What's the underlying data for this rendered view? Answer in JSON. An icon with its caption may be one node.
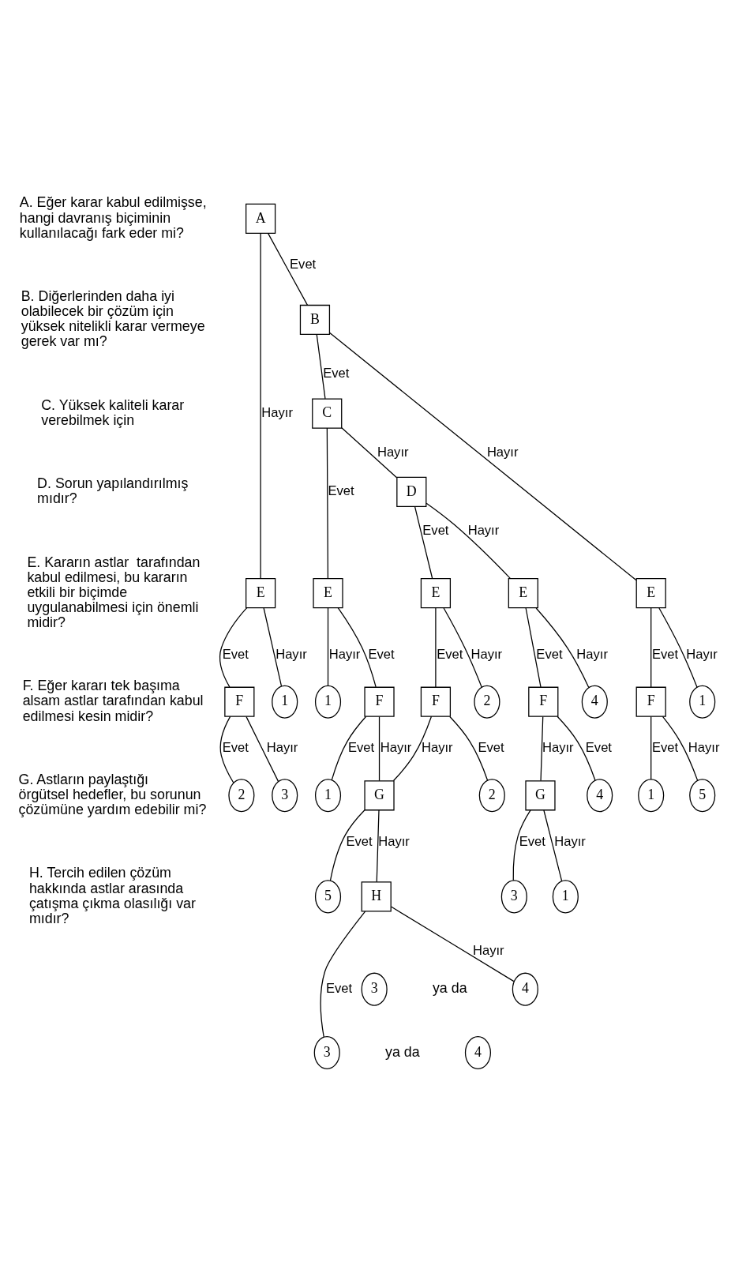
{
  "diagram": {
    "nodes": [
      {
        "text": [
          "A"
        ]
      },
      {
        "text": [
          "B"
        ]
      },
      {
        "text": [
          "C"
        ]
      },
      {
        "text": [
          "D"
        ]
      },
      {
        "text": [
          "E"
        ]
      },
      {
        "text": [
          "E"
        ]
      },
      {
        "text": [
          "E"
        ]
      },
      {
        "text": [
          "E"
        ]
      },
      {
        "text": [
          "E"
        ]
      },
      {
        "text": [
          "4"
        ]
      },
      {
        "text": [
          "2"
        ]
      },
      {
        "text": [
          "1"
        ]
      },
      {
        "text": [
          "1"
        ]
      },
      {
        "text": [
          "1"
        ]
      },
      {
        "text": [
          "F"
        ]
      },
      {
        "text": [
          "F"
        ]
      },
      {
        "text": [
          "F"
        ]
      },
      {
        "text": [
          "F"
        ]
      },
      {
        "text": [
          "F"
        ]
      },
      {
        "text": [
          "4"
        ]
      },
      {
        "text": [
          "2"
        ]
      },
      {
        "text": [
          "1"
        ]
      },
      {
        "text": [
          "5"
        ]
      },
      {
        "text": [
          "1"
        ]
      },
      {
        "text": [
          "3"
        ]
      },
      {
        "text": [
          "2"
        ]
      },
      {
        "text": [
          "G"
        ]
      },
      {
        "text": [
          "G"
        ]
      },
      {
        "text": [
          "1"
        ]
      },
      {
        "text": [
          "3"
        ]
      },
      {
        "text": [
          "5"
        ]
      },
      {
        "text": [
          "H"
        ]
      },
      {
        "text": [
          "3"
        ]
      },
      {
        "text": [
          "4"
        ]
      },
      {
        "text": [
          "3"
        ]
      },
      {
        "text": [
          "4"
        ]
      }
    ],
    "edges": [
      {
        "from": 0,
        "to": 1,
        "arrow": "none",
        "label": "Evet"
      },
      {
        "from": 0,
        "to": 8,
        "arrow": "none",
        "label": "Hayır"
      },
      {
        "from": 1,
        "to": 2,
        "arrow": "none",
        "label": "Evet"
      },
      {
        "from": 1,
        "to": 7,
        "arrow": "none",
        "label": "Hayır"
      },
      {
        "from": 2,
        "to": 3,
        "arrow": "none",
        "label": "Hayır"
      },
      {
        "from": 2,
        "to": 6,
        "arrow": "none",
        "label": "Evet"
      },
      {
        "from": 3,
        "to": 4,
        "arrow": "none",
        "label": "Hayır"
      },
      {
        "from": 3,
        "to": 5,
        "arrow": "none",
        "label": "Evet"
      },
      {
        "from": 4,
        "to": 9,
        "arrow": "none",
        "label": "Hayır"
      },
      {
        "from": 4,
        "to": 14,
        "arrow": "none",
        "label": "Evet"
      },
      {
        "from": 5,
        "to": 10,
        "arrow": "none",
        "label": "Hayır"
      },
      {
        "from": 5,
        "to": 15,
        "arrow": "none",
        "label": "Evet"
      },
      {
        "from": 6,
        "to": 16,
        "arrow": "none",
        "label": "Evet"
      },
      {
        "from": 6,
        "to": 11,
        "arrow": "none",
        "label": "Hayır"
      },
      {
        "from": 7,
        "to": 12,
        "arrow": "none",
        "label": "Hayır"
      },
      {
        "from": 7,
        "to": 17,
        "arrow": "none",
        "label": "Evet"
      },
      {
        "from": 8,
        "to": 13,
        "arrow": "none",
        "label": "Hayır"
      },
      {
        "from": 8,
        "to": 18,
        "arrow": "none",
        "label": "Evet"
      },
      {
        "from": 14,
        "to": 26,
        "arrow": "none",
        "label": "Hayır"
      },
      {
        "from": 14,
        "to": 19,
        "arrow": "none",
        "label": "Evet"
      },
      {
        "from": 15,
        "to": 20,
        "arrow": "none",
        "label": "Evet"
      },
      {
        "from": 15,
        "to": 27,
        "arrow": "none",
        "label": "Hayır"
      },
      {
        "from": 16,
        "to": 27,
        "arrow": "none",
        "label": "Hayır"
      },
      {
        "from": 16,
        "to": 21,
        "arrow": "none",
        "label": "Evet"
      },
      {
        "from": 17,
        "to": 22,
        "arrow": "none",
        "label": "Hayır"
      },
      {
        "from": 17,
        "to": 23,
        "arrow": "none",
        "label": "Evet"
      },
      {
        "from": 18,
        "to": 24,
        "arrow": "none",
        "label": "Hayır"
      },
      {
        "from": 18,
        "to": 25,
        "arrow": "none",
        "label": "Evet"
      },
      {
        "from": 26,
        "to": 28,
        "arrow": "none",
        "label": "Hayır"
      },
      {
        "from": 26,
        "to": 29,
        "arrow": "none",
        "label": "Evet"
      },
      {
        "from": 27,
        "to": 31,
        "arrow": "none",
        "label": "Hayır"
      },
      {
        "from": 27,
        "to": 30,
        "arrow": "none",
        "label": "Evet"
      },
      {
        "from": 31,
        "to": 33,
        "arrow": "none",
        "label": "Hayır"
      },
      {
        "from": 31,
        "to": 34,
        "arrow": "none",
        "label": "Evet"
      }
    ],
    "labels": [
      "A. Eğer karar kabul edilmişse, hangi davranış biçiminin kullanılacağı fark eder mi?",
      "B. Diğerlerinden daha iyi olabilecek bir çözüm için yüksek nitelikli karar vermeye gerek var mı?",
      "C. Yüksek kaliteli karar verebilmek için",
      "D. Sorun yapılandırılmış  mıdır?",
      "E. Kararın astlar  tarafından kabul edilmesi, bu kararın etkili bir biçimde uygulanabilmesi için önemli midir?",
      "F. Eğer kararı tek başıma alsam astlar tarafından kabul edilmesi kesin midir?",
      "G. Astların paylaştığı örgütsel hedefler, bu sorunun çözümüne yardım edebilir mi?",
      "H. Tercih edilen çözüm hakkında astlar arasında çatışma çıkma olasılığı var mıdır?",
      "ya da",
      "ya da"
    ]
  }
}
